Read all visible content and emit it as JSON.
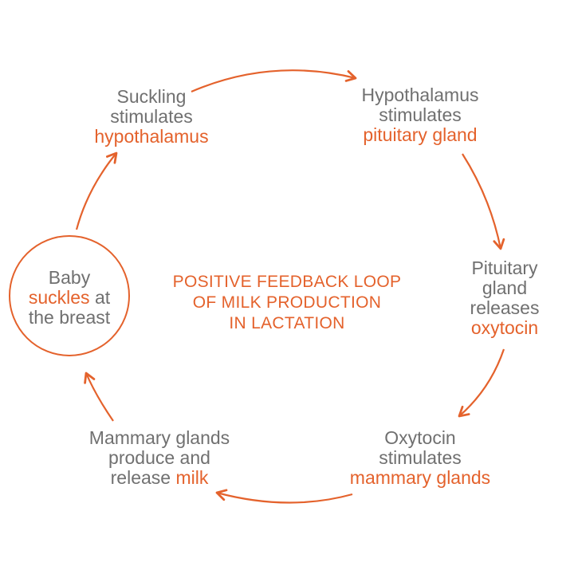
{
  "diagram": {
    "title_lines": [
      "POSITIVE FEEDBACK LOOP",
      "OF MILK PRODUCTION",
      "IN LACTATION"
    ],
    "accent_color": "#e4622c",
    "text_color": "#707070",
    "nodes": {
      "baby": {
        "l1": "Baby",
        "l2_hl": "suckles",
        "l2_rest": " at",
        "l3": "the breast"
      },
      "suckling": {
        "l1": "Suckling",
        "l2": "stimulates",
        "l3_hl": "hypothalamus"
      },
      "hypothalamus": {
        "l1": "Hypothalamus",
        "l2": "stimulates",
        "l3_hl": "pituitary gland"
      },
      "pituitary": {
        "l1": "Pituitary",
        "l2": "gland",
        "l3": "releases",
        "l4_hl": "oxytocin"
      },
      "oxytocin": {
        "l1": "Oxytocin",
        "l2": "stimulates",
        "l3_hl": "mammary glands"
      },
      "mammary": {
        "l1": "Mammary glands",
        "l2": "produce and",
        "l3_pre": "release ",
        "l3_hl": "milk"
      }
    }
  }
}
